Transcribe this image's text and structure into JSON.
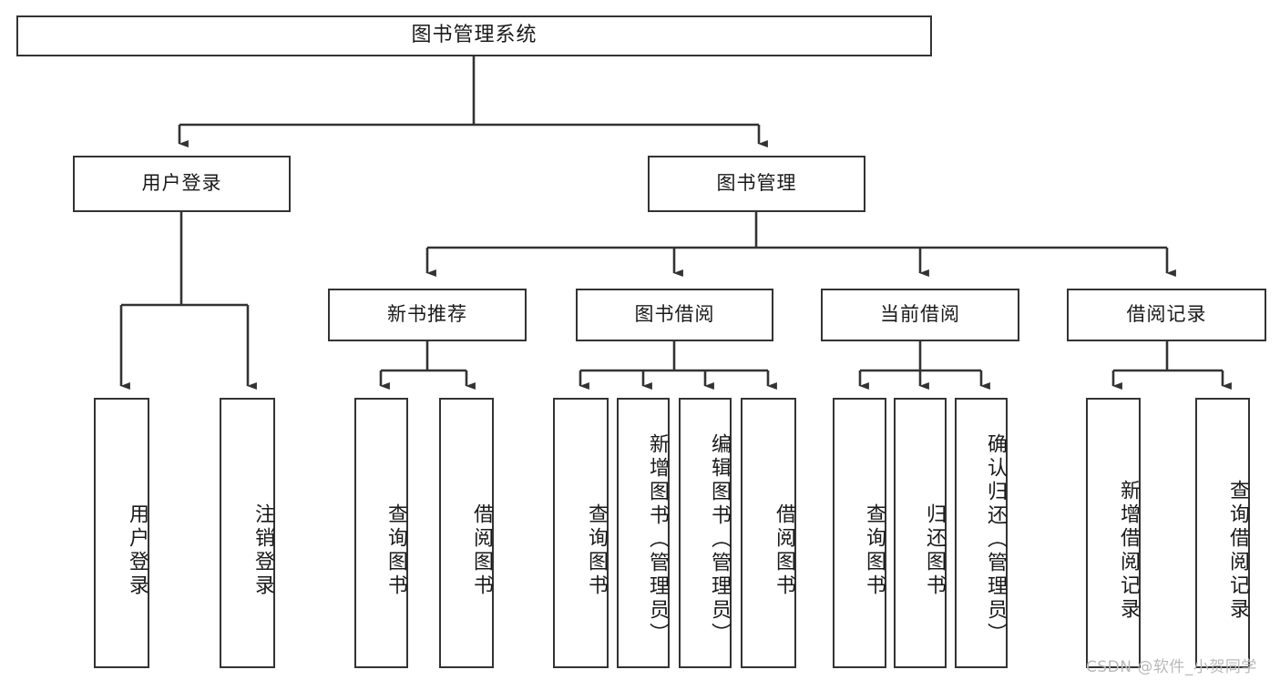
{
  "diagram": {
    "type": "tree-hierarchy-chart",
    "title_box": {
      "label": "图书管理系统"
    },
    "level2": [
      {
        "label": "用户登录"
      },
      {
        "label": "图书管理"
      }
    ],
    "level3": [
      {
        "label": "新书推荐"
      },
      {
        "label": "图书借阅"
      },
      {
        "label": "当前借阅"
      },
      {
        "label": "借阅记录"
      }
    ],
    "leaves": {
      "user_login": [
        {
          "label": "用户登录"
        },
        {
          "label": "注销登录"
        }
      ],
      "new_book_recommend": [
        {
          "label": "查询图书"
        },
        {
          "label": "借阅图书"
        }
      ],
      "book_borrow": [
        {
          "label": "查询图书"
        },
        {
          "label": "新增图书（管理员）"
        },
        {
          "label": "编辑图书（管理员）"
        },
        {
          "label": "借阅图书"
        }
      ],
      "current_borrow": [
        {
          "label": "查询图书"
        },
        {
          "label": "归还图书"
        },
        {
          "label": "确认归还（管理员）"
        }
      ],
      "borrow_record": [
        {
          "label": "新增借阅记录"
        },
        {
          "label": "查询借阅记录"
        }
      ]
    },
    "watermark": {
      "text": "CSDN @软件_小贺同学"
    },
    "colors": {
      "stroke": "#333333",
      "box_fill": "#ffffff",
      "text": "#1a1a1a",
      "watermark": "#b9b9b9"
    }
  }
}
